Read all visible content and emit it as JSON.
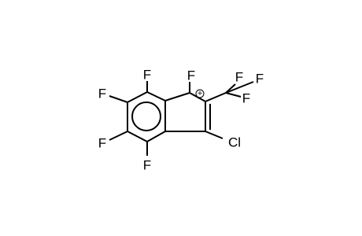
{
  "molecule": {
    "atoms": {
      "f_benzo_top": "F",
      "f_benzo_upper_left": "F",
      "f_benzo_lower_left": "F",
      "f_benzo_bottom": "F",
      "f_carbocation": "F",
      "f_cf3_top": "F",
      "f_cf3_right_upper": "F",
      "f_cf3_right_lower": "F",
      "cl": "Cl"
    },
    "charge_symbol": "+"
  }
}
